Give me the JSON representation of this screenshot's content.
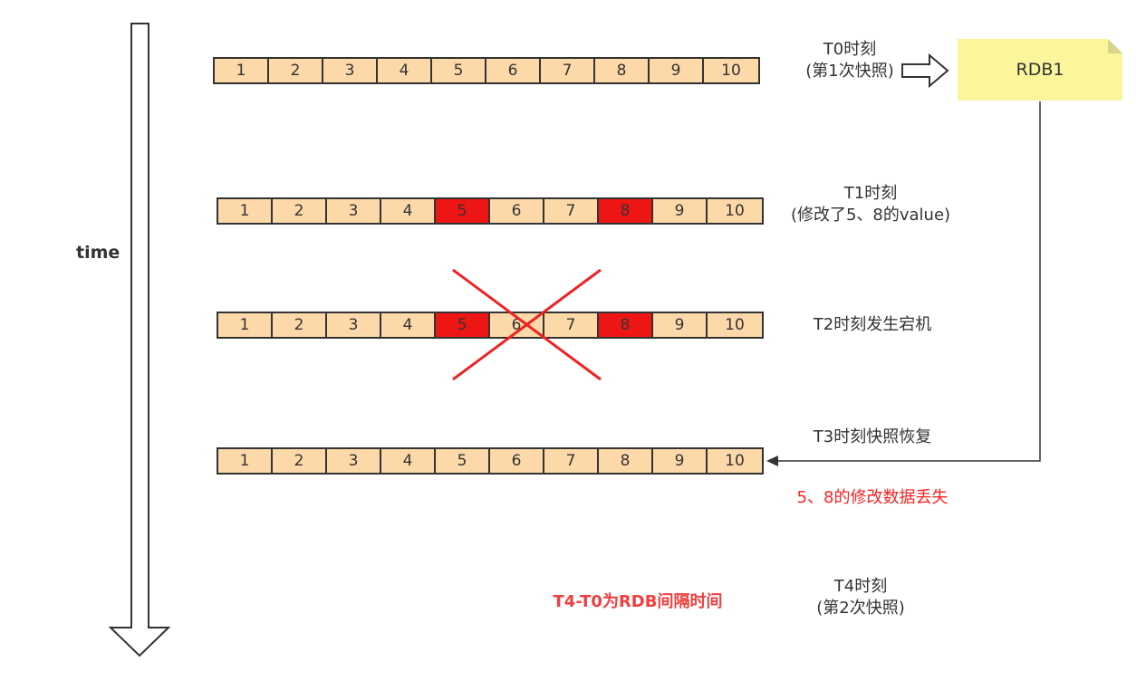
{
  "axis": {
    "time_label": "time"
  },
  "rows": [
    {
      "cells": [
        "1",
        "2",
        "3",
        "4",
        "5",
        "6",
        "7",
        "8",
        "9",
        "10"
      ],
      "modified": [],
      "label_lines": [
        "T0时刻",
        "(第1次快照)"
      ]
    },
    {
      "cells": [
        "1",
        "2",
        "3",
        "4",
        "5",
        "6",
        "7",
        "8",
        "9",
        "10"
      ],
      "modified": [
        4,
        7
      ],
      "label_lines": [
        "T1时刻",
        "(修改了5、8的value)"
      ]
    },
    {
      "cells": [
        "1",
        "2",
        "3",
        "4",
        "5",
        "6",
        "7",
        "8",
        "9",
        "10"
      ],
      "modified": [
        4,
        7
      ],
      "label_lines": [
        "T2时刻发生宕机"
      ]
    },
    {
      "cells": [
        "1",
        "2",
        "3",
        "4",
        "5",
        "6",
        "7",
        "8",
        "9",
        "10"
      ],
      "modified": [],
      "label_lines": [
        "T3时刻快照恢复"
      ]
    }
  ],
  "rdb_box": {
    "label": "RDB1"
  },
  "lost_note": "5、8的修改数据丢失",
  "t4": {
    "line1": "T4时刻",
    "line2": "(第2次快照)"
  },
  "interval_note": "T4-T0为RDB间隔时间",
  "colors": {
    "cell_fill": "#fdd8a8",
    "modified_fill": "#ee1515",
    "rdb_fill": "#fbf59b",
    "cross": "#ee2222",
    "note_red": "#ff2222"
  }
}
